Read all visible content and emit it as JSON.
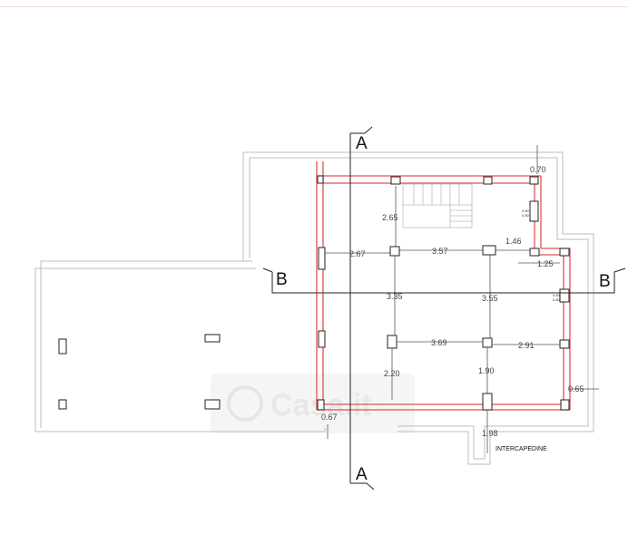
{
  "section_labels": {
    "a_top": "A",
    "a_bottom": "A",
    "b_left": "B",
    "b_right": "B"
  },
  "dimensions": {
    "d070": "0.70",
    "d265": "2.65",
    "d267": "2.67",
    "d357": "3.57",
    "d146": "1.46",
    "d125": "1.25",
    "d335": "3.35",
    "d355": "3.55",
    "d369": "3.69",
    "d291": "2.91",
    "d220": "2.20",
    "d190": "1.90",
    "d065": "0.65",
    "d067": "0.67",
    "d198": "1.98",
    "small_a1": "0.80",
    "small_a2": "0.80",
    "small_b1": "0.80",
    "small_b2": "0.80"
  },
  "room_label": "INTERCAPEDINE",
  "watermark": "Casa.it",
  "colors": {
    "wall_red": "#e05050",
    "outline_gray": "#b8b8b8",
    "line_dark": "#222222"
  }
}
